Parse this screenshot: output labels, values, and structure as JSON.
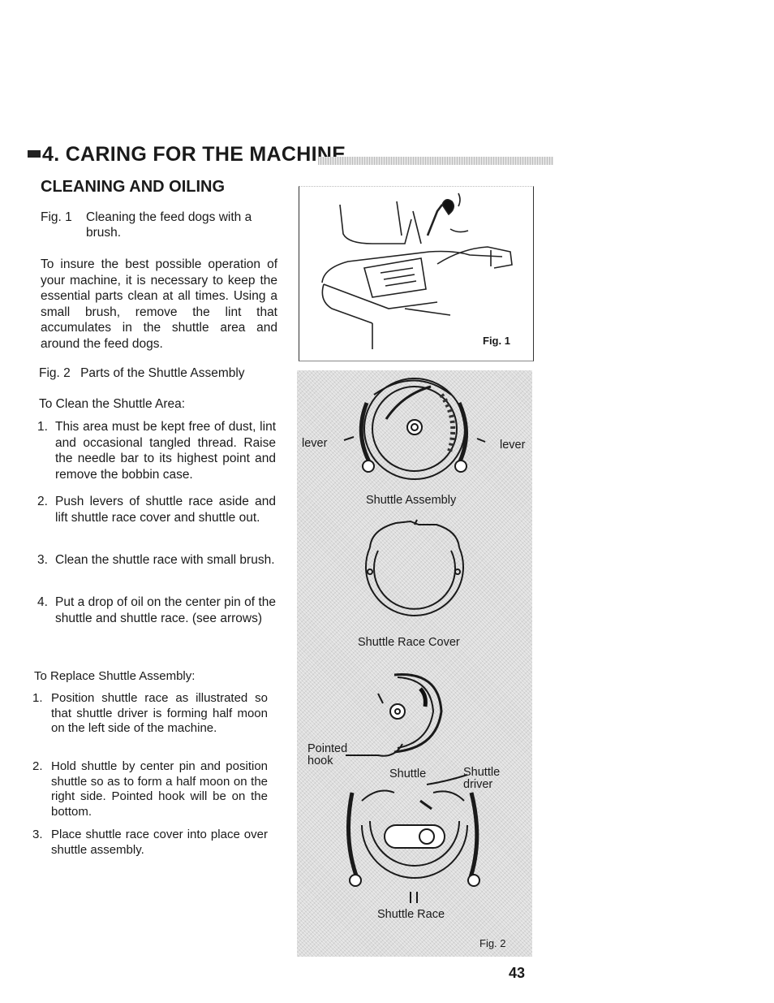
{
  "header": {
    "section_title": "4. CARING FOR THE MACHINE",
    "subtitle": "CLEANING AND OILING"
  },
  "fig1_caption": {
    "label": "Fig. 1",
    "text": "Cleaning the feed dogs with a brush."
  },
  "intro_paragraph": "To insure the best possible operation of your machine, it is necessary to keep the essential parts clean at all times. Using a small brush, remove the lint that accumulates in the shuttle area and around the feed dogs.",
  "fig2_caption": {
    "label": "Fig. 2",
    "text": "Parts of the Shuttle Assembly"
  },
  "clean_heading": "To Clean the Shuttle Area:",
  "clean_steps": [
    {
      "num": "1.",
      "text": "This area must be kept free of dust, lint and occasional tangled thread. Raise the needle bar to its highest point and remove the bobbin case."
    },
    {
      "num": "2.",
      "text": "Push levers of shuttle race aside and lift shuttle race cover and shuttle out."
    },
    {
      "num": "3.",
      "text": "Clean the shuttle race with small brush."
    },
    {
      "num": "4.",
      "text": "Put a drop of oil on the center pin of the shuttle and shuttle race. (see arrows)"
    }
  ],
  "replace_heading": "To Replace Shuttle Assembly:",
  "replace_steps": [
    {
      "num": "1.",
      "text": "Position shuttle race as illustrated so that shuttle driver is forming half moon on the left side of the machine."
    },
    {
      "num": "2.",
      "text": "Hold shuttle by center pin and position shuttle so as to form a half moon on the right side. Pointed hook will be on the bottom."
    },
    {
      "num": "3.",
      "text": "Place shuttle race cover into place over shuttle assembly."
    }
  ],
  "figure1": {
    "label": "Fig. 1"
  },
  "figure2": {
    "label": "Fig. 2",
    "lever_left": "lever",
    "lever_right": "lever",
    "shuttle_assembly": "Shuttle Assembly",
    "shuttle_race_cover": "Shuttle Race Cover",
    "pointed_hook_1": "Pointed",
    "pointed_hook_2": "hook",
    "shuttle": "Shuttle",
    "shuttle_driver_1": "Shuttle",
    "shuttle_driver_2": "driver",
    "shuttle_race": "Shuttle Race"
  },
  "page_number": "43"
}
